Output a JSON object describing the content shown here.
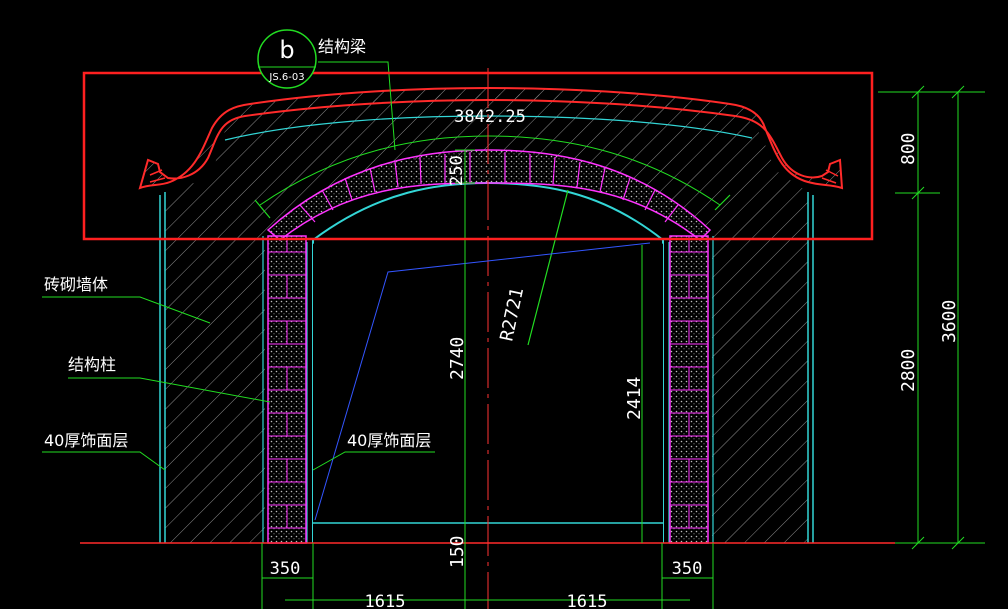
{
  "labels": {
    "detail_letter": "b",
    "detail_ref": "JS.6-03",
    "structural_beam": "结构梁",
    "masonry_wall": "砖砌墙体",
    "structural_column": "结构柱",
    "finish_layer_left": "40厚饰面层",
    "finish_layer_right": "40厚饰面层"
  },
  "dimensions": {
    "arch_length": "3842.25",
    "beam_thickness": "250",
    "radius": "R2721",
    "opening_height": "2740",
    "right_height": "2414",
    "base_height": "150",
    "column_left": "350",
    "column_right": "350",
    "half_span_left": "1615",
    "half_span_right": "1615",
    "top_band": "800",
    "lower_height": "2800",
    "total_height": "3600"
  },
  "colors": {
    "background": "#000000",
    "highlight_box": "#ff2020",
    "outline_red": "#ff2a2a",
    "hatch": "#9a9a9a",
    "finish": "#33d6d6",
    "leader": "#22dd22",
    "column": "#ff33ff",
    "centerline": "#ff3333",
    "helper": "#3355ff",
    "text": "#ffffff"
  }
}
